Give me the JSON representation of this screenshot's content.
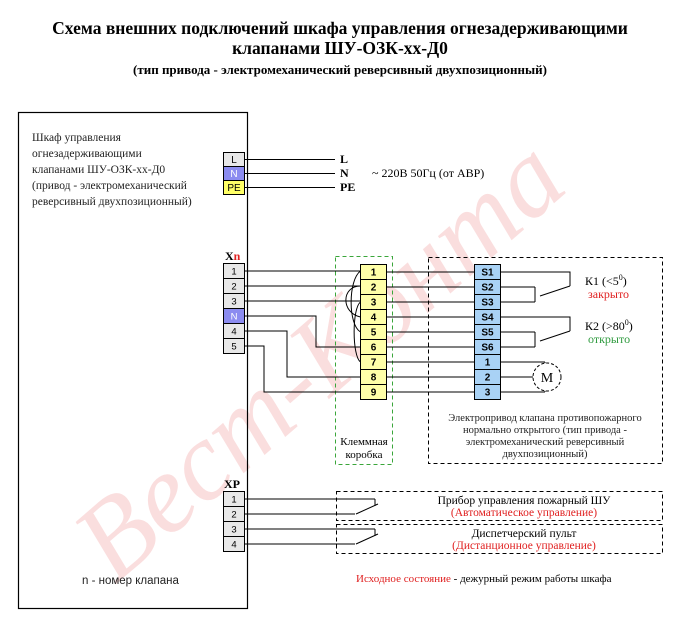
{
  "title_line1": "Схема внешних подключений шкафа управления огнезадерживающими",
  "title_line2": "клапанами ШУ-ОЗК-хх-Д0",
  "subtitle": "(тип привода - электромеханический реверсивный двухпозиционный)",
  "watermark": "Вест-Конта",
  "cabinet": {
    "label_lines": [
      "Шкаф управления",
      "огнезадерживающими",
      "клапанами ШУ-ОЗК-хх-Д0",
      "(привод - электромеханический",
      "реверсивный двухпозиционный)"
    ],
    "footnote": "n - номер клапана"
  },
  "power": {
    "terminals": [
      "L",
      "N",
      "PE"
    ],
    "wires": [
      "L",
      "N",
      "PE"
    ],
    "supply": "~ 220В  50Гц (от АВР)"
  },
  "xn": {
    "header_main": "X",
    "header_sub": "n",
    "terminals": [
      "1",
      "2",
      "3",
      "N",
      "4",
      "5"
    ]
  },
  "junction_box": {
    "terminals": [
      "1",
      "2",
      "3",
      "4",
      "5",
      "6",
      "7",
      "8",
      "9"
    ],
    "label_lines": [
      "Клеммная",
      "коробка"
    ]
  },
  "actuator": {
    "terminals": [
      "S1",
      "S2",
      "S3",
      "S4",
      "S5",
      "S6",
      "1",
      "2",
      "3"
    ],
    "k1_label": "К1 (<5",
    "k1_sup": "0",
    "k1_close": ")",
    "k1_state": "закрыто",
    "k2_label": "К2 (>80",
    "k2_sup": "0",
    "k2_close": ")",
    "k2_state": "открыто",
    "motor": "M",
    "label_lines": [
      "Электропривод клапана противопожарного",
      "нормально открытого (тип привода -",
      "электромеханический реверсивный",
      "двухпозиционный)"
    ]
  },
  "xp": {
    "header": "XP",
    "terminals": [
      "1",
      "2",
      "3",
      "4"
    ],
    "device1": "Прибор управления пожарный ШУ",
    "device1_mode": "(Автоматическое управление)",
    "device2": "Диспетчерский пульт",
    "device2_mode": "(Дистанционное управление)"
  },
  "legend": {
    "red": "Исходное состояние",
    "rest": " - дежурный режим работы шкафа"
  },
  "colors": {
    "terminal_gray": "#e8e8e8",
    "terminal_blue": "#8c8cf0",
    "terminal_yellow": "#ffff66",
    "junction_yellow": "#ffffa8",
    "actuator_blue": "#a9d2f5",
    "green_dash": "#3aa63a",
    "red_text": "#e02020",
    "green_text": "#2e9a3e",
    "watermark": "#f2a3a3"
  }
}
